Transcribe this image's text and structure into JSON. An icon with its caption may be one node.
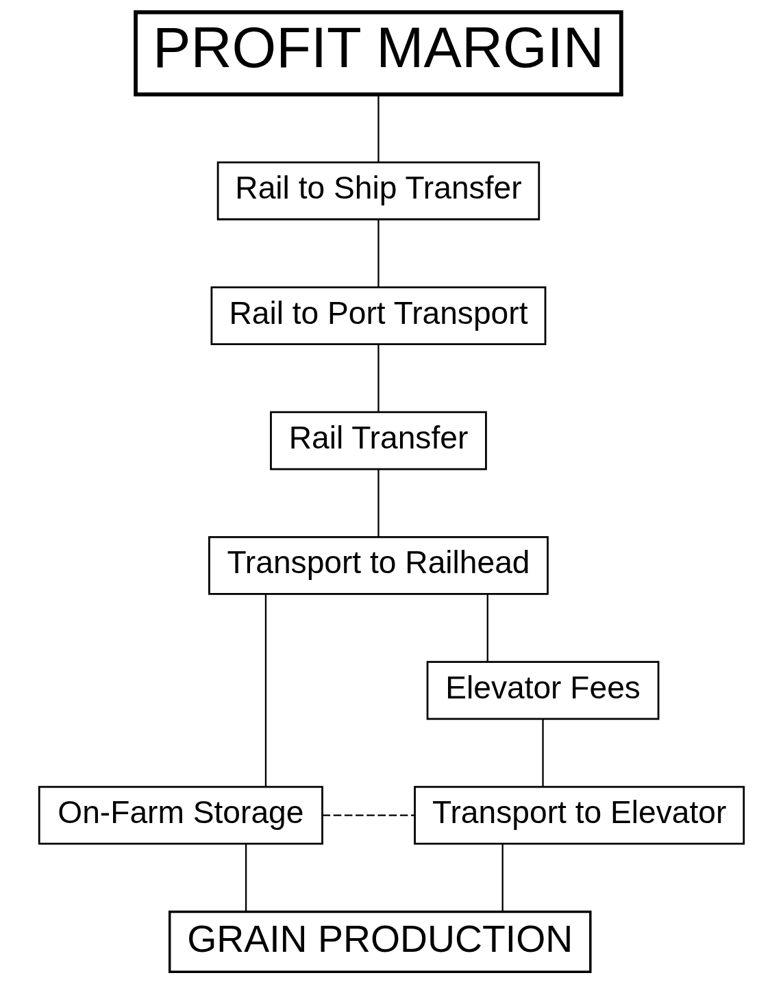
{
  "diagram": {
    "nodes": [
      {
        "text": [
          "PROFIT MARGIN"
        ]
      },
      {
        "text": [
          "Rail to Ship Transfer"
        ]
      },
      {
        "text": [
          "Rail to Port Transport"
        ]
      },
      {
        "text": [
          "Rail Transfer"
        ]
      },
      {
        "text": [
          "Transport to Railhead"
        ]
      },
      {
        "text": [
          "Elevator Fees"
        ]
      },
      {
        "text": [
          "On-Farm Storage"
        ]
      },
      {
        "text": [
          "Transport to Elevator"
        ]
      },
      {
        "text": [
          "GRAIN PRODUCTION"
        ]
      }
    ],
    "edges": [
      {
        "from": 0,
        "to": 1,
        "arrow": "none"
      },
      {
        "from": 1,
        "to": 2,
        "arrow": "none"
      },
      {
        "from": 2,
        "to": 3,
        "arrow": "none"
      },
      {
        "from": 3,
        "to": 4,
        "arrow": "none"
      },
      {
        "from": 4,
        "to": 6,
        "arrow": "none"
      },
      {
        "from": 4,
        "to": 5,
        "arrow": "none"
      },
      {
        "from": 5,
        "to": 7,
        "arrow": "none"
      },
      {
        "from": 6,
        "to": 7,
        "arrow": "none",
        "style": "dashed"
      },
      {
        "from": 6,
        "to": 8,
        "arrow": "none"
      },
      {
        "from": 7,
        "to": 8,
        "arrow": "none"
      }
    ]
  }
}
